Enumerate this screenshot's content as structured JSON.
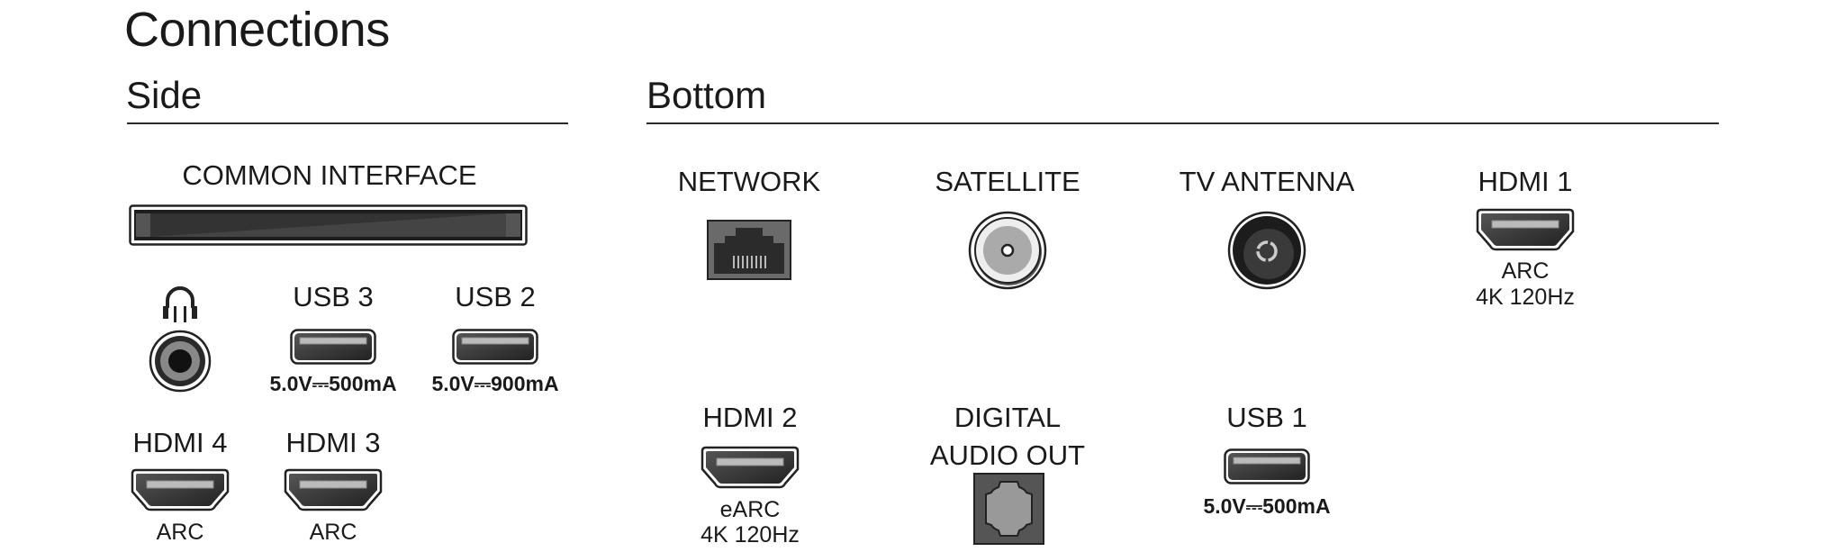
{
  "title": "Connections",
  "side": {
    "heading": "Side",
    "common_interface": "COMMON INTERFACE",
    "usb3": {
      "label": "USB 3",
      "spec": "5.0V⎓500mA"
    },
    "usb2": {
      "label": "USB 2",
      "spec": "5.0V⎓900mA"
    },
    "hdmi4": {
      "label": "HDMI 4",
      "sub": "ARC"
    },
    "hdmi3": {
      "label": "HDMI 3",
      "sub": "ARC"
    },
    "headphone_icon": "headphones-icon"
  },
  "bottom": {
    "heading": "Bottom",
    "network": "NETWORK",
    "satellite": "SATELLITE",
    "tv_antenna": "TV ANTENNA",
    "hdmi1": {
      "label": "HDMI 1",
      "sub1": "ARC",
      "sub2": "4K 120Hz"
    },
    "hdmi2": {
      "label": "HDMI 2",
      "sub1": "eARC",
      "sub2": "4K 120Hz"
    },
    "digital_audio": {
      "line1": "DIGITAL",
      "line2": "AUDIO OUT"
    },
    "usb1": {
      "label": "USB 1",
      "spec": "5.0V⎓500mA"
    }
  }
}
